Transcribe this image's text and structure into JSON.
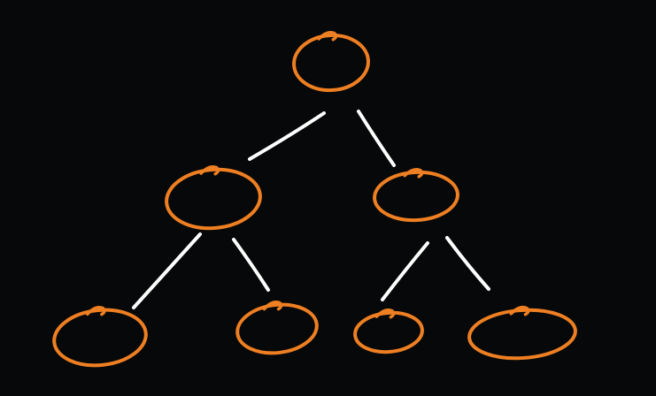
{
  "diagram": {
    "type": "binary-tree",
    "background_color": "#070809",
    "node_color": "#EE7F22",
    "edge_color": "#FFFFFF",
    "nodes": [
      {
        "id": "root",
        "level": 0
      },
      {
        "id": "left-child",
        "level": 1,
        "parent": "root"
      },
      {
        "id": "right-child",
        "level": 1,
        "parent": "root"
      },
      {
        "id": "left-left-leaf",
        "level": 2,
        "parent": "left-child"
      },
      {
        "id": "left-right-leaf",
        "level": 2,
        "parent": "left-child"
      },
      {
        "id": "right-left-leaf",
        "level": 2,
        "parent": "right-child"
      },
      {
        "id": "right-right-leaf",
        "level": 2,
        "parent": "right-child"
      }
    ],
    "edges": [
      {
        "from": "root",
        "to": "left-child"
      },
      {
        "from": "root",
        "to": "right-child"
      },
      {
        "from": "left-child",
        "to": "left-left-leaf"
      },
      {
        "from": "left-child",
        "to": "left-right-leaf"
      },
      {
        "from": "right-child",
        "to": "right-left-leaf"
      },
      {
        "from": "right-child",
        "to": "right-right-leaf"
      }
    ]
  }
}
